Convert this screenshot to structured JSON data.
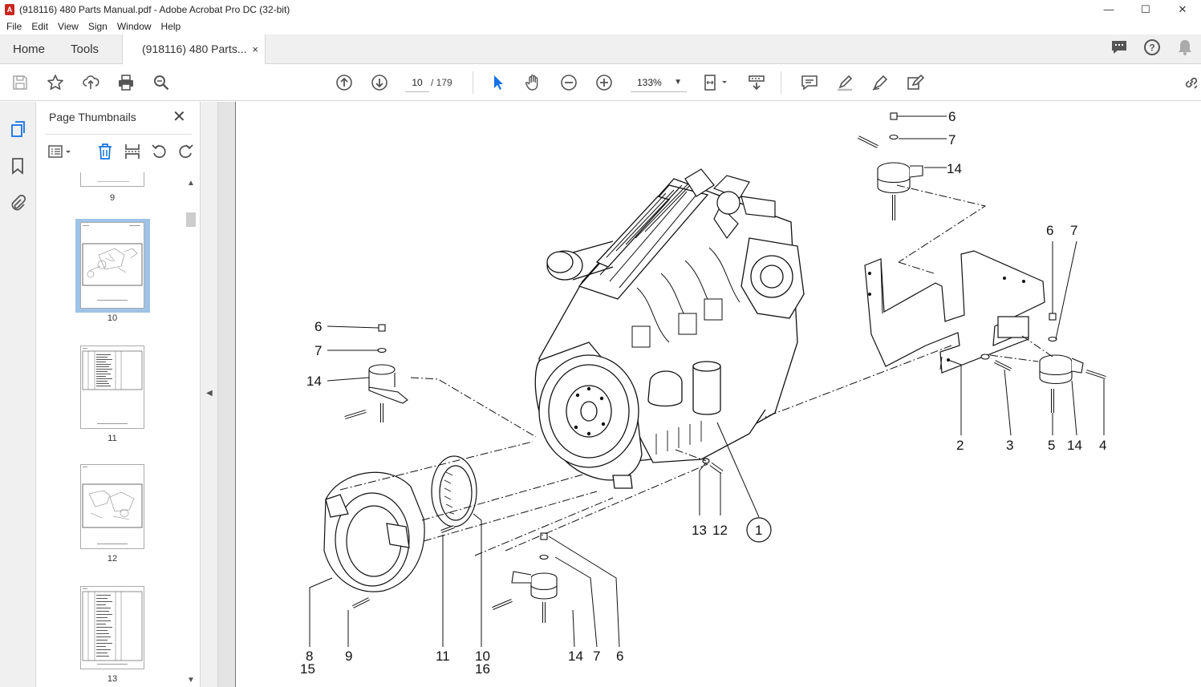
{
  "window": {
    "title": "(918116) 480 Parts Manual.pdf - Adobe Acrobat Pro DC (32-bit)",
    "controls": [
      "—",
      "☐",
      "✕"
    ]
  },
  "menu": [
    "File",
    "Edit",
    "View",
    "Sign",
    "Window",
    "Help"
  ],
  "tabs": {
    "home": "Home",
    "tools": "Tools",
    "document": "(918116) 480 Parts...",
    "close": "×"
  },
  "toolbar": {
    "page_current": "10",
    "page_total": "/ 179",
    "zoom": "133%"
  },
  "panel": {
    "title": "Page Thumbnails",
    "close": "✕",
    "thumbnails": [
      {
        "label": "9"
      },
      {
        "label": "10",
        "selected": true
      },
      {
        "label": "11"
      },
      {
        "label": "12"
      },
      {
        "label": "13"
      }
    ]
  },
  "diagram": {
    "callouts": {
      "c6a": "6",
      "c7a": "7",
      "c14a": "14",
      "c6b": "6",
      "c7b": "7",
      "c6c": "6",
      "c7c": "7",
      "c14c": "14",
      "c2": "2",
      "c3": "3",
      "c5": "5",
      "c14d": "14",
      "c4": "4",
      "c13": "13",
      "c12": "12",
      "c1": "1",
      "c8": "8",
      "c15": "15",
      "c9": "9",
      "c11": "11",
      "c10": "10",
      "c16": "16",
      "c14e": "14",
      "c7e": "7",
      "c6e": "6"
    }
  }
}
